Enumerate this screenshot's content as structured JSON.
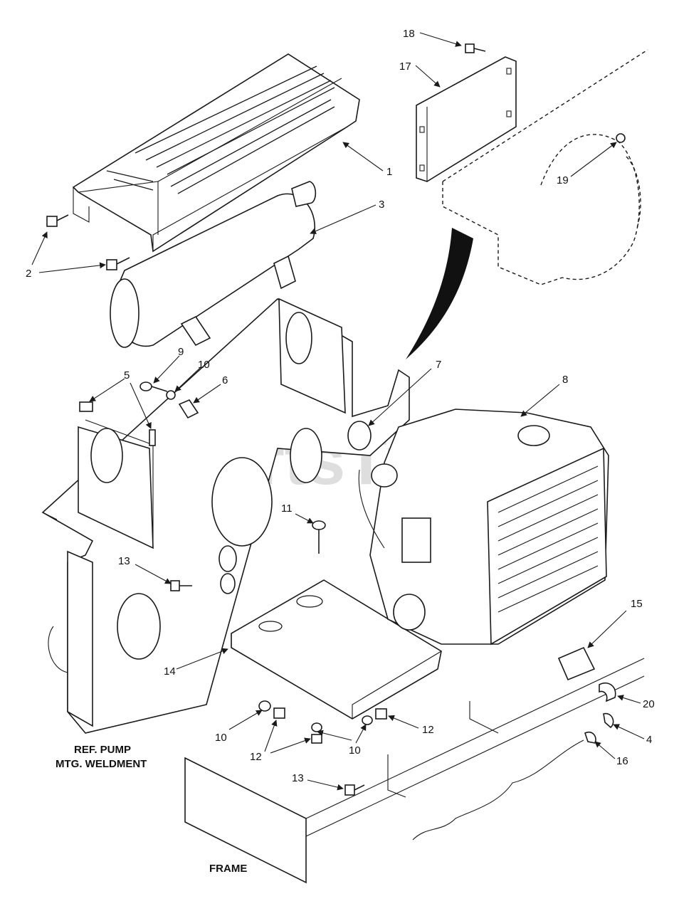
{
  "callouts": {
    "c1": "1",
    "c2": "2",
    "c3": "3",
    "c4": "4",
    "c5": "5",
    "c6": "6",
    "c7": "7",
    "c8": "8",
    "c9": "9",
    "c10a": "10",
    "c10b": "10",
    "c10c": "10",
    "c11": "11",
    "c12a": "12",
    "c12b": "12",
    "c13a": "13",
    "c13b": "13",
    "c14": "14",
    "c15": "15",
    "c16": "16",
    "c17": "17",
    "c18": "18",
    "c19": "19",
    "c20": "20"
  },
  "labels": {
    "ref_pump_line1": "REF. PUMP",
    "ref_pump_line2": "MTG. WELDMENT",
    "frame": "FRAME"
  },
  "watermark": "PartsTree",
  "colors": {
    "ink": "#1a1a1a",
    "watermark": "#d3d3d3",
    "background": "#ffffff"
  }
}
